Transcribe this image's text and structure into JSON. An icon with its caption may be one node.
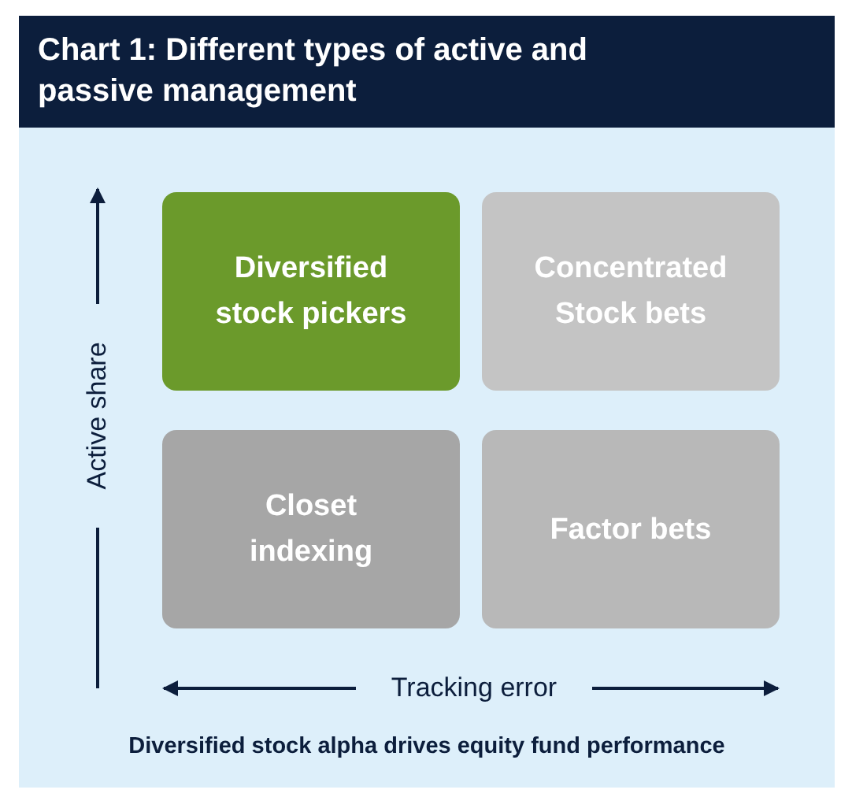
{
  "diagram": {
    "title": "Chart 1: Different types of active and passive management",
    "nodes": [
      {
        "text": [
          "Diversified stock pickers"
        ]
      },
      {
        "text": [
          "Concentrated Stock bets"
        ]
      },
      {
        "text": [
          "Closet indexing"
        ]
      },
      {
        "text": [
          "Factor bets"
        ]
      }
    ],
    "labels": [
      "Active share",
      "Tracking error"
    ],
    "caption": "Diversified stock alpha drives equity fund performance"
  }
}
